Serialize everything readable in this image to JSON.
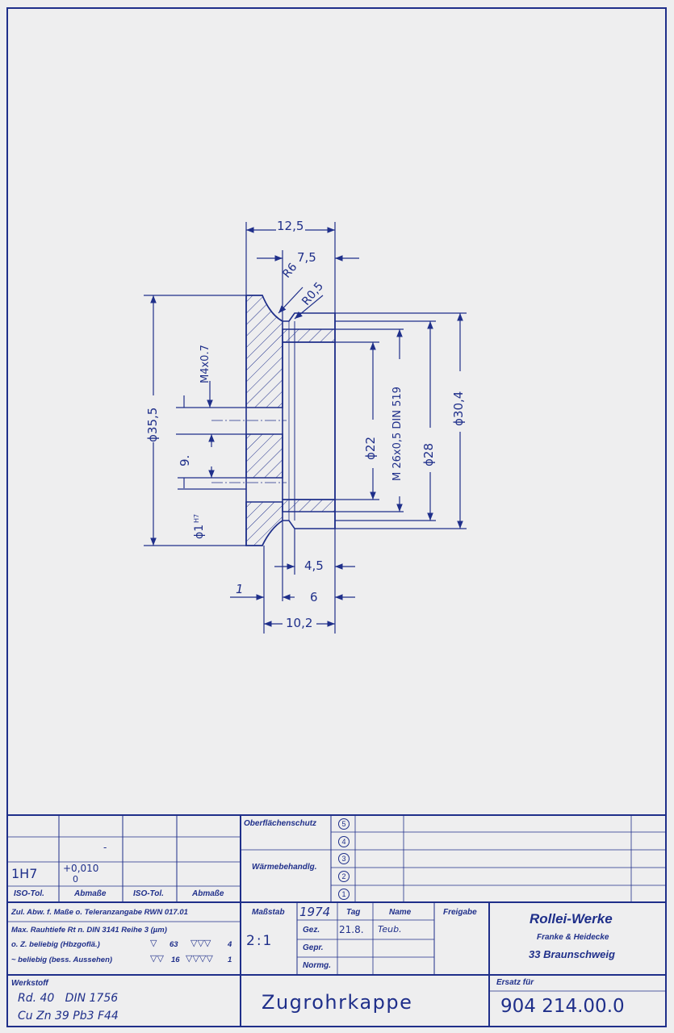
{
  "drawing": {
    "dimensions": {
      "length_total": "12,5",
      "length_7_5": "7,5",
      "radius_r6": "R6",
      "radius_r05": "R0,5",
      "thread_m4": "M4x0.7",
      "dia_35_5": "ϕ35,5",
      "spacing_9": "9.",
      "hole_dia": "ϕ1",
      "hole_tol": "H7",
      "dia_22": "ϕ22",
      "thread_m26": "M 26x0,5 DIN 519",
      "dia_28": "ϕ28",
      "dia_30_4": "ϕ30,4",
      "len_4_5": "4,5",
      "len_1": "1",
      "len_6": "6",
      "len_10_2": "10,2"
    }
  },
  "title_block": {
    "tolerance_table": {
      "fit": "1H7",
      "dev_upper": "+0,010",
      "dev_lower": "0",
      "dash": "-",
      "col_headers": [
        "ISO-Tol.",
        "Abmaße",
        "ISO-Tol.",
        "Abmaße"
      ]
    },
    "surface_protection_label": "Oberflächenschutz",
    "heat_treatment_label": "Wärmebehandlg.",
    "revision_numbers": [
      "5",
      "4",
      "3",
      "2",
      "1"
    ],
    "tolerance_note": "Zul. Abw. f. Maße o. Teleranzangabe RWN 017.01",
    "roughness_line1": "Max. Rauhtiefe Rt n. DIN 3141 Reihe 3 (µm)",
    "roughness_line2_label": "o. Z. beliebig (Hbzgoflä.)",
    "roughness_line2_sym1": "▽",
    "roughness_line2_val1": "63",
    "roughness_line2_sym2": "▽▽▽",
    "roughness_line2_val2": "4",
    "roughness_line3_label": "~ beliebig (bess. Aussehen)",
    "roughness_line3_sym1": "▽▽",
    "roughness_line3_val1": "16",
    "roughness_line3_sym2": "▽▽▽▽",
    "roughness_line3_val2": "1",
    "scale_label": "Maßstab",
    "scale_value": "2:1",
    "year": "1974",
    "day_label": "Tag",
    "name_label": "Name",
    "release_label": "Freigabe",
    "drawn_label": "Gez.",
    "drawn_date": "21.8.",
    "drawn_name": "Teub.",
    "checked_label": "Gepr.",
    "standard_label": "Normg.",
    "company_name": "Rollei-Werke",
    "company_sub": "Franke & Heidecke",
    "company_city": "33 Braunschweig",
    "material_label": "Werkstoff",
    "material_line1": "Rd. 40   DIN 1756",
    "material_line2": "Cu Zn 39 Pb3 F44",
    "part_name": "Zugrohrkappe",
    "replacement_label": "Ersatz für",
    "part_number": "904 214.00.0"
  },
  "colors": {
    "ink": "#1f2f8a",
    "paper": "#eeeeef"
  }
}
